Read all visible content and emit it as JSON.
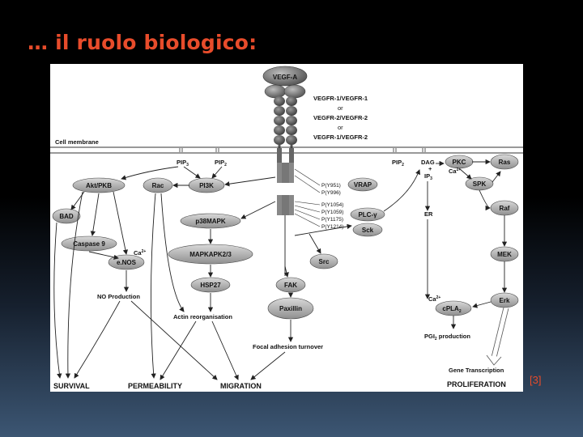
{
  "slide": {
    "title": "… il ruolo biologico:",
    "citation": "[3]"
  },
  "diagram": {
    "ligand": "VEGF-A",
    "receptor_pairs": [
      "VEGFR-1/VEGFR-1",
      "or",
      "VEGFR-2/VEGFR-2",
      "or",
      "VEGFR-1/VEGFR-2"
    ],
    "membrane_label": "Cell membrane",
    "membrane_lipids": {
      "pip3": "PIP",
      "pip3_sub": "3",
      "pip2a": "PIP",
      "pip2a_sub": "2",
      "pip2b": "PIP",
      "pip2b_sub": "2",
      "dag": "DAG",
      "plus": "+",
      "ip3": "IP",
      "ip3_sub": "3"
    },
    "phosphosites": [
      "P(Y951)",
      "P(Y996)",
      "P(Y1054)",
      "P(Y1059)",
      "P(Y1175)",
      "P(Y1214)"
    ],
    "nodes": {
      "akt": "Akt/PKB",
      "rac": "Rac",
      "pi3k": "PI3K",
      "bad": "BAD",
      "caspase9": "Caspase 9",
      "enos": "e.NOS",
      "p38": "p38MAPK",
      "mapkapk": "MAPKAPK2/3",
      "hsp27": "HSP27",
      "vrap": "VRAP",
      "plcg": "PLC-γ",
      "sck": "Sck",
      "src": "Src",
      "fak": "FAK",
      "paxillin": "Paxillin",
      "pkc": "PKC",
      "ras": "Ras",
      "spk": "SPK",
      "raf": "Raf",
      "mek": "MEK",
      "erk": "Erk",
      "cpla2": "cPLA",
      "cpla2_sub": "2"
    },
    "labels": {
      "ca_enos": "Ca",
      "ca_pkc": "Ca",
      "ca_cpla": "Ca",
      "ca_sup": "2+",
      "er": "ER",
      "no_production": "NO Production",
      "actin": "Actin reorganisation",
      "focal": "Focal adhesion turnover",
      "pgi2": "PGI",
      "pgi2_sub": "2",
      "pgi2_rest": " production",
      "gene_transcription": "Gene Transcription"
    },
    "outcomes": {
      "survival": "SURVIVAL",
      "permeability": "PERMEABILITY",
      "migration": "MIGRATION",
      "proliferation": "PROLIFERATION"
    }
  }
}
